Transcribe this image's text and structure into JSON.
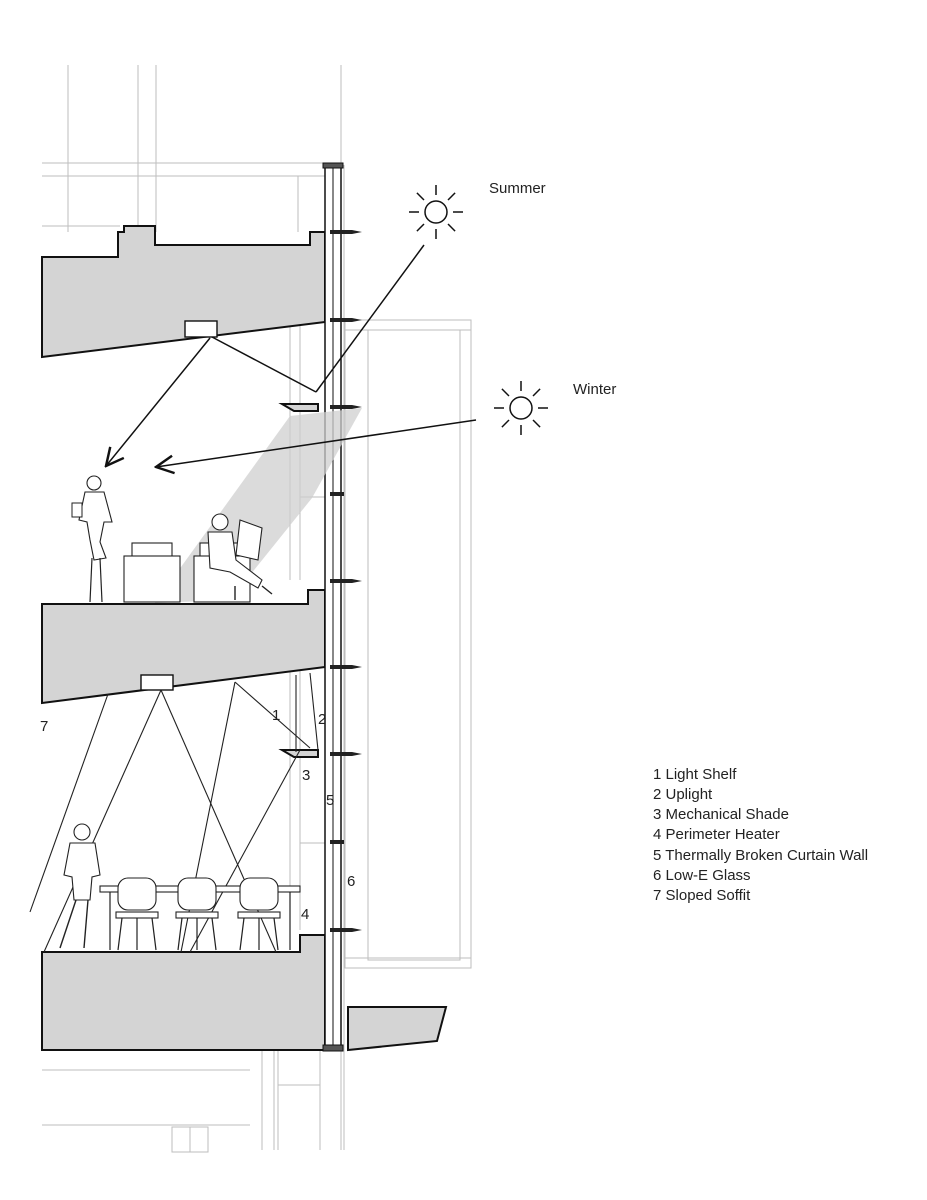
{
  "sun_labels": {
    "summer": "Summer",
    "winter": "Winter"
  },
  "callouts": [
    "1",
    "2",
    "3",
    "4",
    "5",
    "6",
    "7"
  ],
  "legend": [
    "1 Light Shelf",
    "2 Uplight",
    "3  Mechanical Shade",
    "4 Perimeter Heater",
    "5 Thermally Broken Curtain Wall",
    "6 Low-E Glass",
    "7 Sloped Soffit"
  ],
  "colors": {
    "slab_fill": "#d4d4d4",
    "line": "#111111",
    "light_beam": "#cfcfcf",
    "background": "#ffffff"
  },
  "icons": [
    "sun-icon",
    "person-icon",
    "chair-icon",
    "table-icon"
  ]
}
